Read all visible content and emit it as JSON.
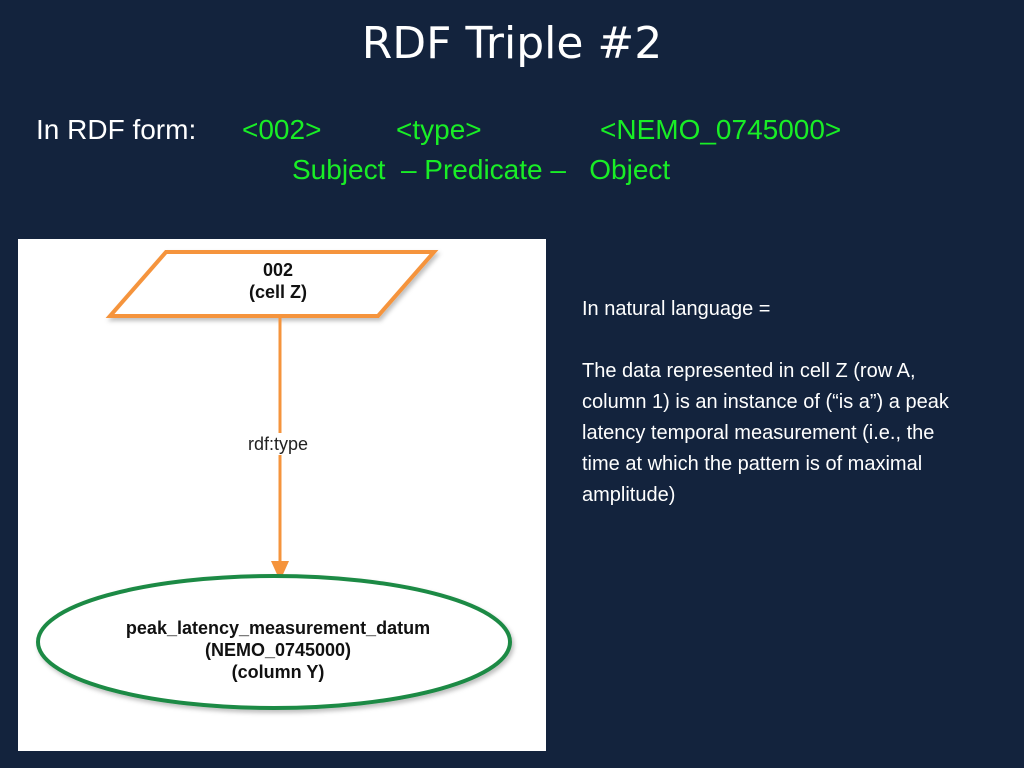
{
  "slide": {
    "title": "RDF Triple #2"
  },
  "rdf_form": {
    "lead": "In RDF form:",
    "subject": "<002>",
    "predicate": "<type>",
    "object": "<NEMO_0745000>",
    "roles": "Subject  – Predicate –   Object"
  },
  "diagram": {
    "subject_node": {
      "line1": "002",
      "line2": "(cell Z)",
      "border_color": "#f5943c"
    },
    "edge": {
      "label": "rdf:type",
      "color": "#f5943c"
    },
    "object_node": {
      "line1": "peak_latency_measurement_datum",
      "line2": "(NEMO_0745000)",
      "line3": "(column Y)",
      "border_color": "#1e8a44"
    }
  },
  "natural_language": {
    "heading": "In natural language =",
    "body": "The data represented in cell Z (row A, column 1) is an instance of (“is a”) a peak latency temporal measurement (i.e., the time at which the pattern is of maximal amplitude)"
  },
  "colors": {
    "background": "#13233d",
    "accent_green": "#19ee26",
    "title_white": "#ffffff"
  }
}
